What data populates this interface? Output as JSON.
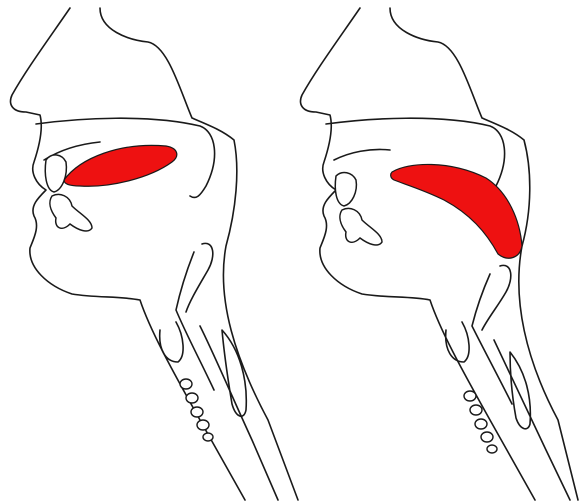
{
  "figure": {
    "panels": [
      {
        "id": "left",
        "tongue_position": "front"
      },
      {
        "id": "right",
        "tongue_position": "back"
      }
    ],
    "colors": {
      "tongue": "#ee1111",
      "outline": "#1a1a1a",
      "background": "#ffffff"
    }
  }
}
